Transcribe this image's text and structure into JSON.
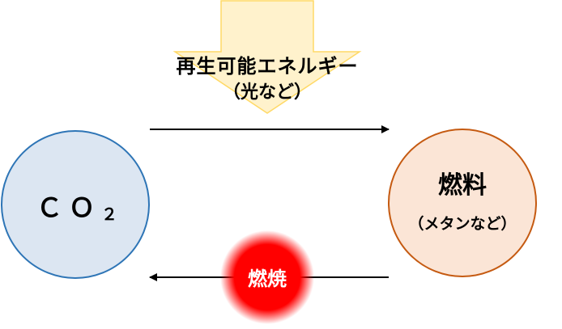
{
  "energy": {
    "title": "再生可能エネルギー",
    "subtitle": "（光など）"
  },
  "co2": {
    "main": "ＣＯ",
    "subscript": "２"
  },
  "fuel": {
    "title": "燃料",
    "subtitle": "（メタンなど）"
  },
  "combustion": {
    "label": "燃焼"
  },
  "colors": {
    "co2_fill": "#dce6f2",
    "co2_stroke": "#2e75b6",
    "fuel_fill": "#fbe5d6",
    "fuel_stroke": "#c55a11",
    "energy_fill": "#fff2cc",
    "energy_stroke": "#ffd966",
    "combustion": "#ff0000"
  }
}
